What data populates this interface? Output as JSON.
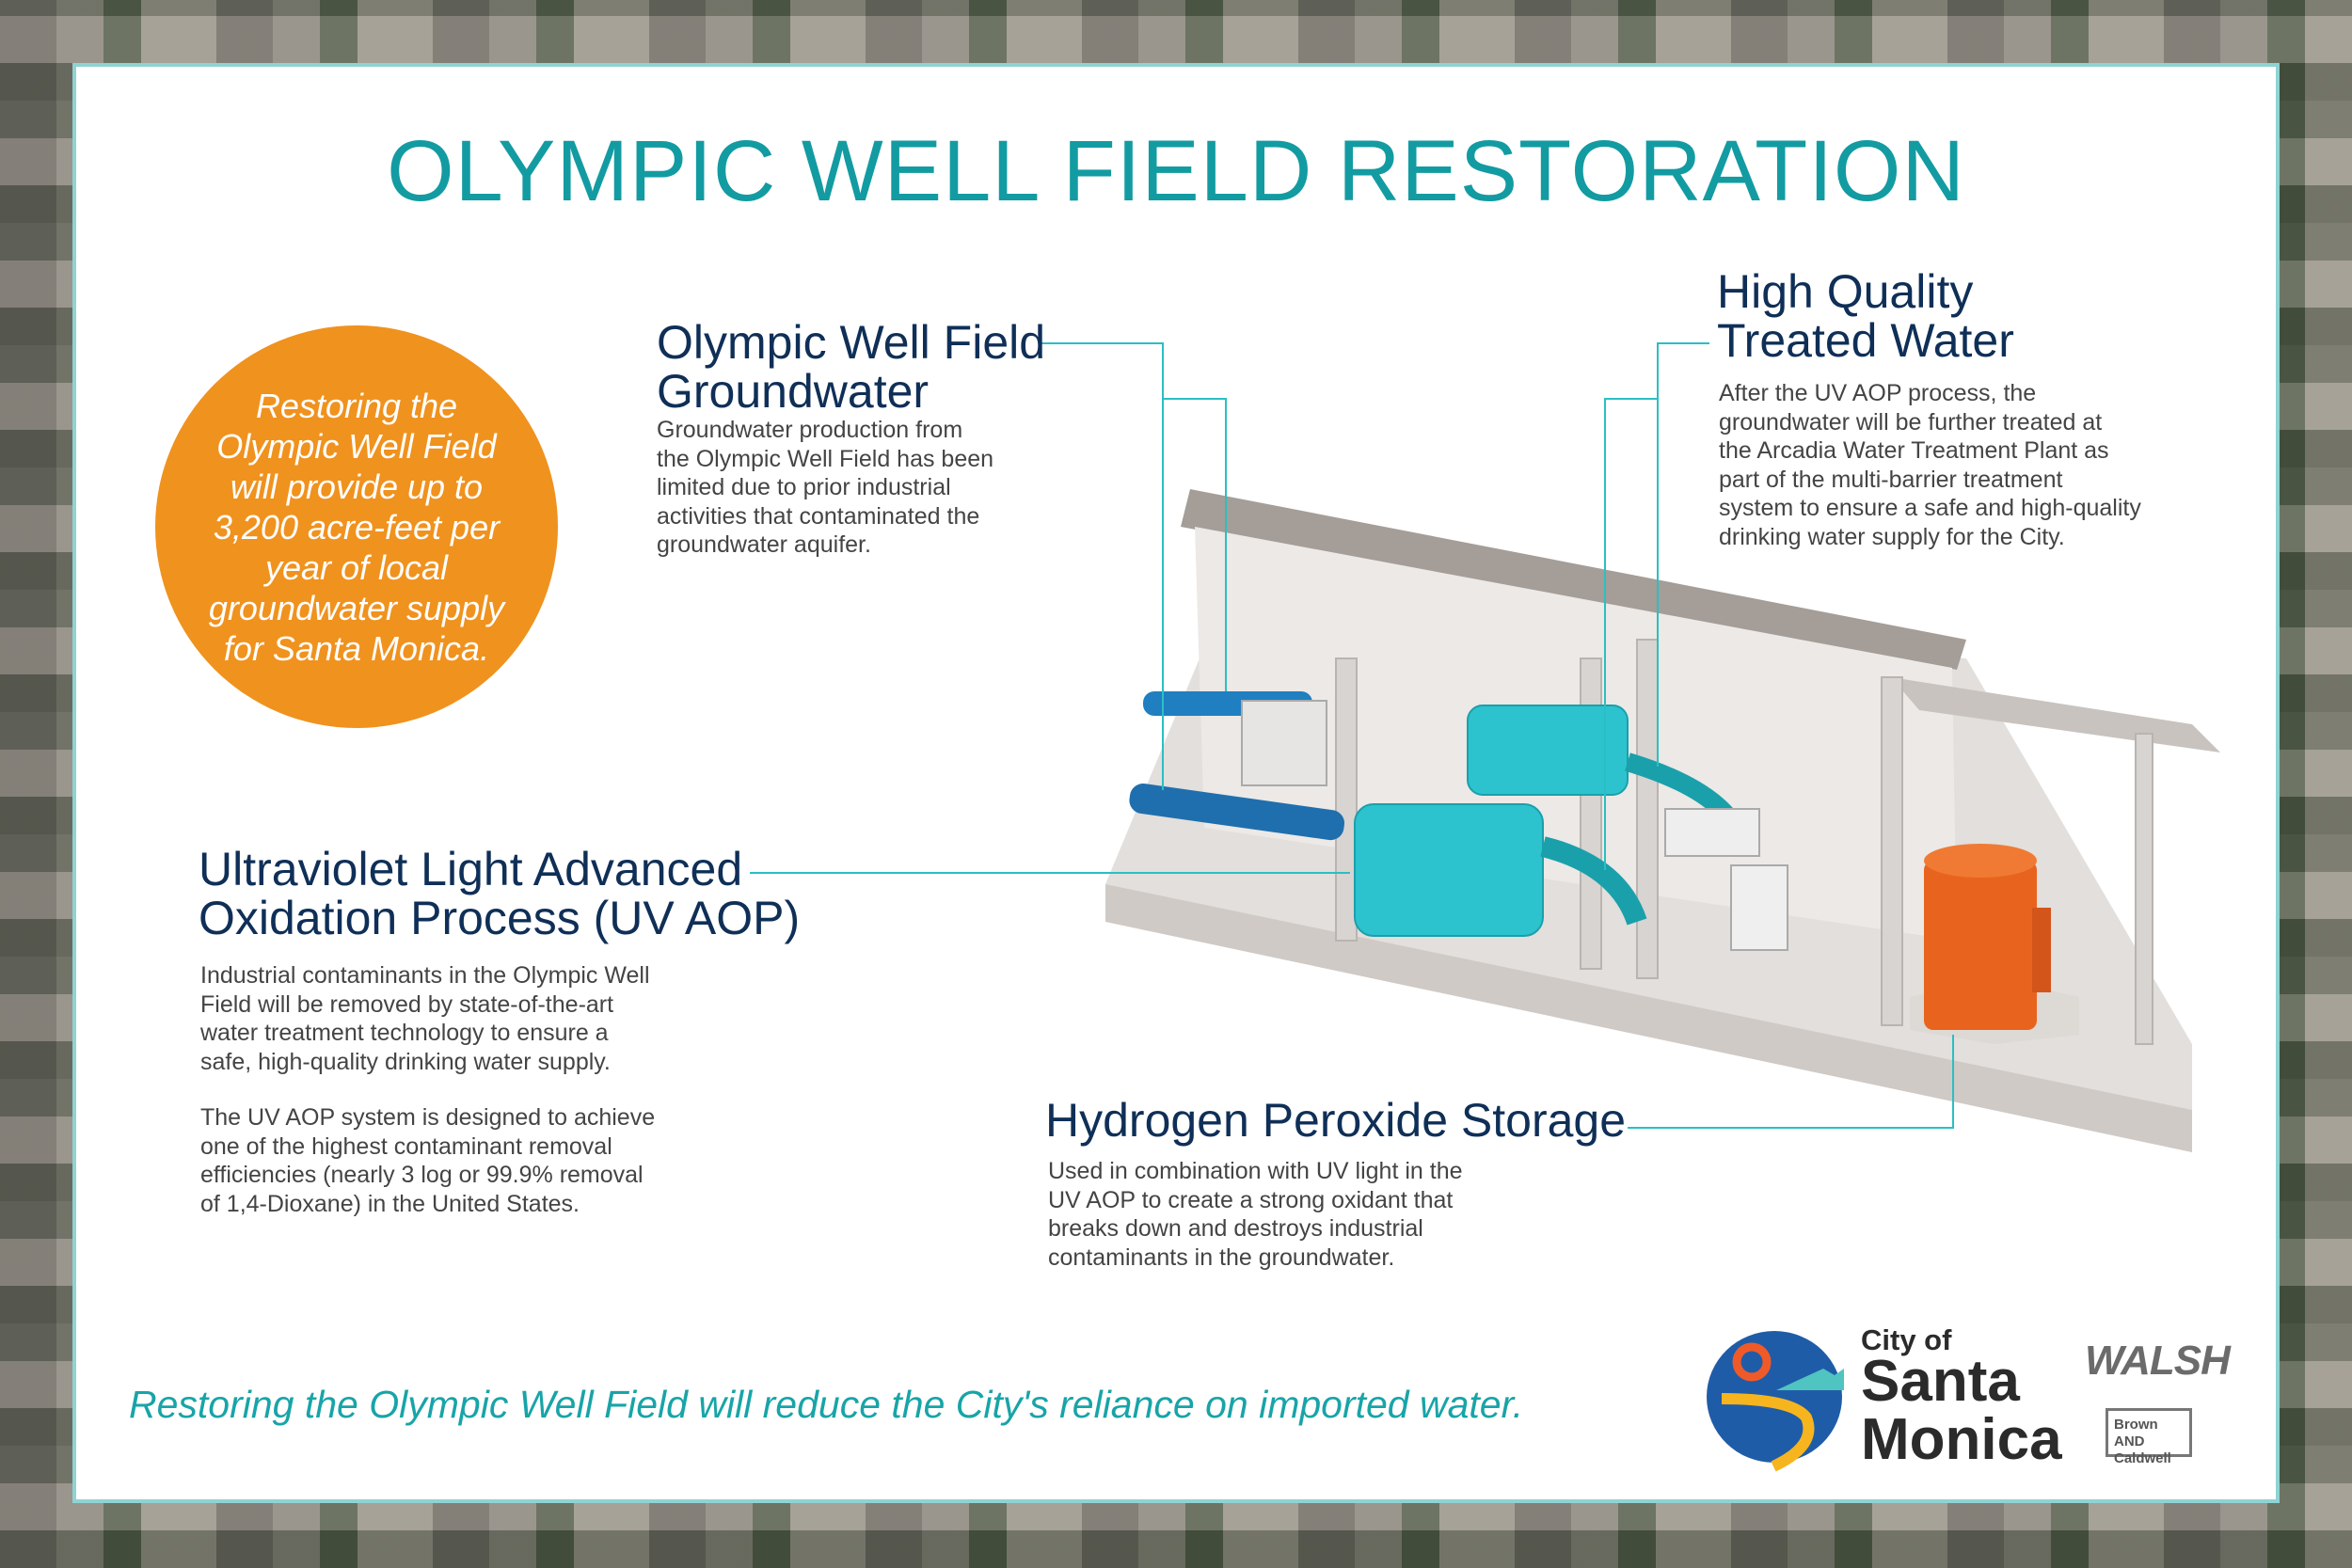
{
  "title": "OLYMPIC WELL FIELD RESTORATION",
  "callout": "Restoring the Olympic Well Field will provide up to 3,200 acre-feet per year of local groundwater supply for Santa Monica.",
  "sections": {
    "groundwater": {
      "heading": "Olympic Well Field\nGroundwater",
      "body": "Groundwater production from\nthe Olympic Well Field has been\nlimited  due to prior industrial\nactivities that contaminated the\ngroundwater aquifer."
    },
    "treated": {
      "heading": "High Quality\nTreated Water",
      "body": "After the UV AOP process, the\ngroundwater will be further treated at\nthe Arcadia Water Treatment Plant as\npart of the multi-barrier treatment\nsystem to ensure a safe and high-quality\ndrinking water supply for the City."
    },
    "uvaop": {
      "heading": "Ultraviolet Light Advanced\nOxidation Process (UV AOP)",
      "body1": "Industrial contaminants in the Olympic Well\nField will be removed by state-of-the-art\nwater treatment technology to ensure a\nsafe, high-quality drinking water supply.",
      "body2": "The UV AOP system is designed to achieve\none of the highest contaminant removal\nefficiencies (nearly 3 log or 99.9% removal\nof 1,4-Dioxane) in the United States."
    },
    "peroxide": {
      "heading": "Hydrogen Peroxide Storage",
      "body": "Used in combination with UV light in the\nUV AOP to create a strong oxidant that\nbreaks down and destroys industrial\ncontaminants in the groundwater."
    }
  },
  "tagline": "Restoring the Olympic Well Field will reduce the City's reliance on imported water.",
  "logos": {
    "city_of": "City of",
    "santa_monica": "Santa\nMonica",
    "walsh": "WALSH",
    "brown_caldwell": "Brown AND\nCaldwell"
  },
  "colors": {
    "teal": "#139ba2",
    "navy": "#0f2f57",
    "orange": "#f0921e",
    "uv_cyan": "#2cc3cf",
    "tank_orange": "#e8641e"
  }
}
